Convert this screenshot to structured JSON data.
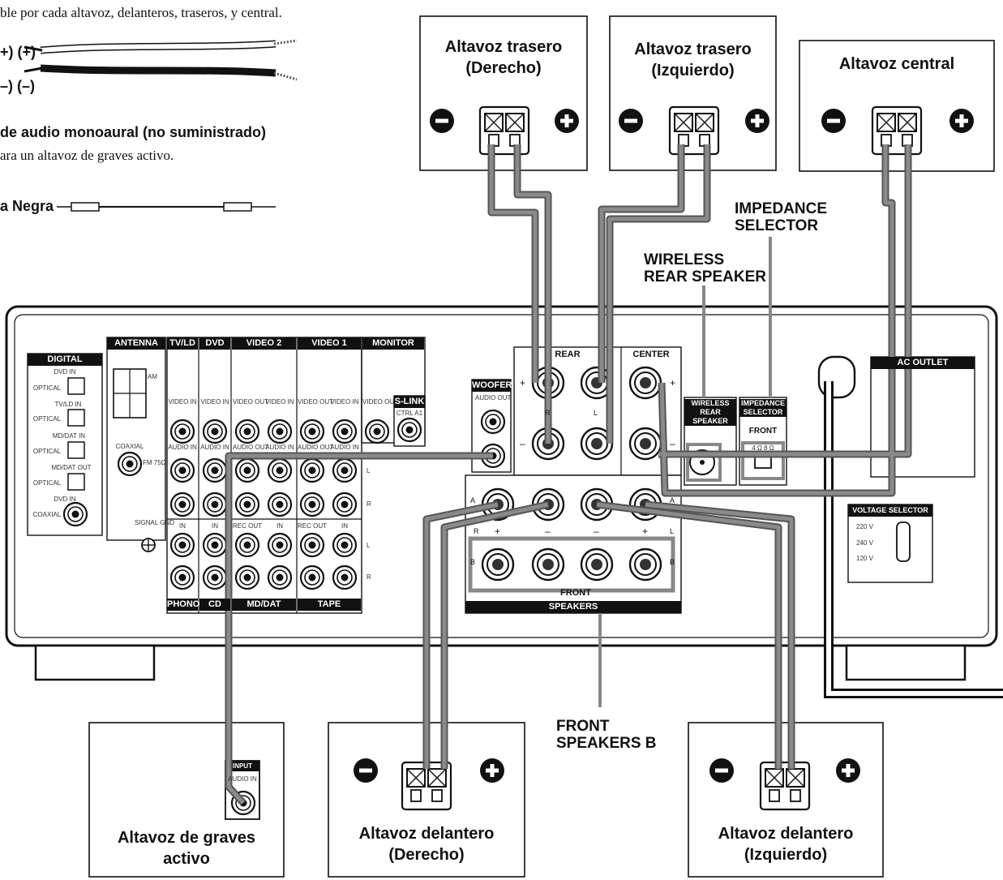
{
  "intro": {
    "line1": "ble por cada altavoz, delanteros, traseros, y central.",
    "plus_label": "+) (+)",
    "minus_label": "–) (–)",
    "mono_cable_title": "de audio monoaural (no suministrado)",
    "mono_cable_desc": "ara un altavoz de graves activo.",
    "black_plug_label": "a Negra"
  },
  "speakers": {
    "rear_right": {
      "title": "Altavoz trasero",
      "sub": "(Derecho)"
    },
    "rear_left": {
      "title": "Altavoz trasero",
      "sub": "(Izquierdo)"
    },
    "center": {
      "title": "Altavoz central"
    },
    "subwoofer": {
      "title": "Altavoz de graves",
      "sub": "activo",
      "input_header": "INPUT",
      "input_label": "AUDIO IN"
    },
    "front_right": {
      "title": "Altavoz delantero",
      "sub": "(Derecho)"
    },
    "front_left": {
      "title": "Altavoz delantero",
      "sub": "(Izquierdo)"
    }
  },
  "callouts": {
    "impedance": [
      "IMPEDANCE",
      "SELECTOR"
    ],
    "wireless": [
      "WIRELESS",
      "REAR SPEAKER"
    ],
    "front_b": [
      "FRONT",
      "SPEAKERS B"
    ]
  },
  "panel": {
    "digital": {
      "header": "DIGITAL",
      "labels": [
        "DVD IN",
        "OPTICAL",
        "TV/LD IN",
        "OPTICAL",
        "MD/DAT IN",
        "OPTICAL",
        "MD/DAT OUT",
        "OPTICAL",
        "DVD IN",
        "COAXIAL"
      ]
    },
    "antenna": {
      "header": "ANTENNA",
      "am": "AM",
      "coaxial": "COAXIAL",
      "fm": "FM 75Ω",
      "signal_gnd": "SIGNAL GND"
    },
    "input_headers": [
      "TV/LD",
      "DVD",
      "VIDEO 2",
      "VIDEO 1",
      "MONITOR"
    ],
    "bottom_headers": [
      "PHONO",
      "CD",
      "MD/DAT",
      "TAPE"
    ],
    "jack_labels": {
      "video_in": "VIDEO IN",
      "video_out": "VIDEO OUT",
      "audio_in": "AUDIO IN",
      "audio_out": "AUDIO OUT",
      "in": "IN",
      "rec_out": "REC OUT",
      "l": "L",
      "r": "R"
    },
    "slink": {
      "header": "S-LINK",
      "label": "CTRL A1"
    },
    "woofer": {
      "header": "WOOFER",
      "label": "AUDIO OUT"
    },
    "rear": {
      "header": "REAR",
      "r": "R",
      "l": "L",
      "plus": "+",
      "minus": "–"
    },
    "center": {
      "header": "CENTER",
      "plus": "+",
      "minus": "–"
    },
    "front": {
      "a": "A",
      "b": "B",
      "r": "R",
      "l": "L",
      "plus": "+",
      "minus": "–",
      "label": "FRONT",
      "speakers": "SPEAKERS"
    },
    "wireless_box": {
      "header": "WIRELESS REAR SPEAKER"
    },
    "impedance_box": {
      "header": "IMPEDANCE SELECTOR",
      "front": "FRONT",
      "ohm": "4 Ω 8 Ω"
    },
    "ac_outlet": "AC OUTLET",
    "voltage": {
      "header": "VOLTAGE SELECTOR",
      "options": [
        "220 V",
        "240 V",
        "120 V"
      ]
    }
  },
  "colors": {
    "wire": "#7a7a7a",
    "wire_edge": "#555555",
    "line": "#111111",
    "header_bg": "#111111"
  }
}
